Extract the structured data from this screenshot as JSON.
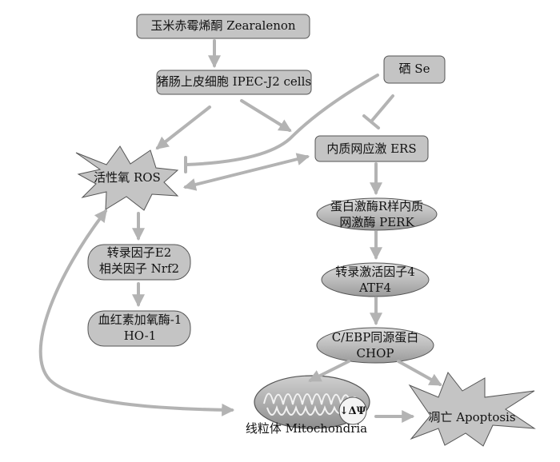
{
  "nodes": {
    "zearalenone": "玉米赤霉烯酮 Zearalenon",
    "ipec": "猪肠上皮细胞 IPEC-J2 cells",
    "selenium": "硒 Se",
    "ros": "活性氧 ROS",
    "ers": "内质网应激 ERS",
    "perk_line1": "蛋白激酶R样内质",
    "perk_line2": "网激酶 PERK",
    "nrf2_line1": "转录因子E2",
    "nrf2_line2": "相关因子 Nrf2",
    "atf4_line1": "转录激活因子4",
    "atf4_line2": "ATF4",
    "ho1_line1": "血红素加氧酶-1",
    "ho1_line2": "HO-1",
    "chop_line1": "C/EBP同源蛋白",
    "chop_line2": "CHOP",
    "membrane_potential": "↓ΔΨ",
    "mitochondria": "线粒体 Mitochondria",
    "apoptosis": "凋亡 Apoptosis"
  },
  "colors": {
    "box_fill": "#c4c4c4",
    "box_border": "#555555",
    "arrow": "#b3b3b3",
    "text": "#111111"
  }
}
